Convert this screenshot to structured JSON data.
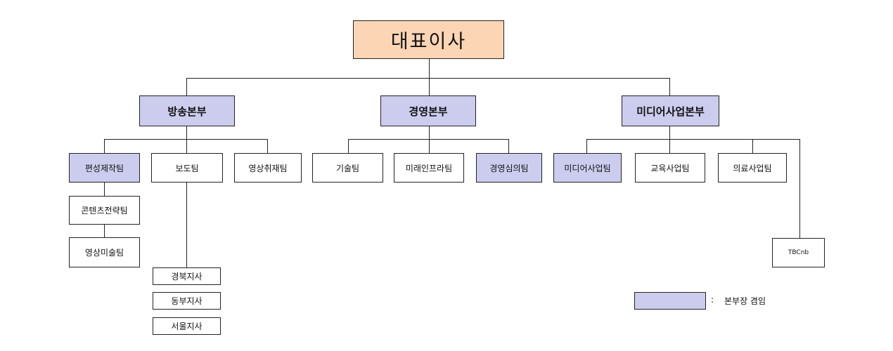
{
  "colors": {
    "ceo_fill": "#fcd5b5",
    "highlight_fill": "#ccccee",
    "line": "#222222"
  },
  "org": {
    "ceo": "대표이사",
    "divisions": [
      {
        "name": "방송본부",
        "teams": [
          {
            "name": "편성제작팀",
            "highlight": true,
            "sub": [
              "콘텐츠전략팀",
              "영상미술팀"
            ]
          },
          {
            "name": "보도팀",
            "highlight": false,
            "sub": [
              "경북지사",
              "동부지사",
              "서울지사"
            ]
          },
          {
            "name": "영상취재팀",
            "highlight": false
          }
        ]
      },
      {
        "name": "경영본부",
        "teams": [
          {
            "name": "기술팀",
            "highlight": false
          },
          {
            "name": "미래인프라팀",
            "highlight": false
          },
          {
            "name": "경영심의팀",
            "highlight": true
          }
        ]
      },
      {
        "name": "미디어사업본부",
        "teams": [
          {
            "name": "미디어사업팀",
            "highlight": true
          },
          {
            "name": "교육사업팀",
            "highlight": false
          },
          {
            "name": "의료사업팀",
            "highlight": false
          },
          {
            "name": "TBCnb",
            "highlight": false
          }
        ]
      }
    ]
  },
  "legend": {
    "separator": ":",
    "label": "본부장 겸임"
  }
}
